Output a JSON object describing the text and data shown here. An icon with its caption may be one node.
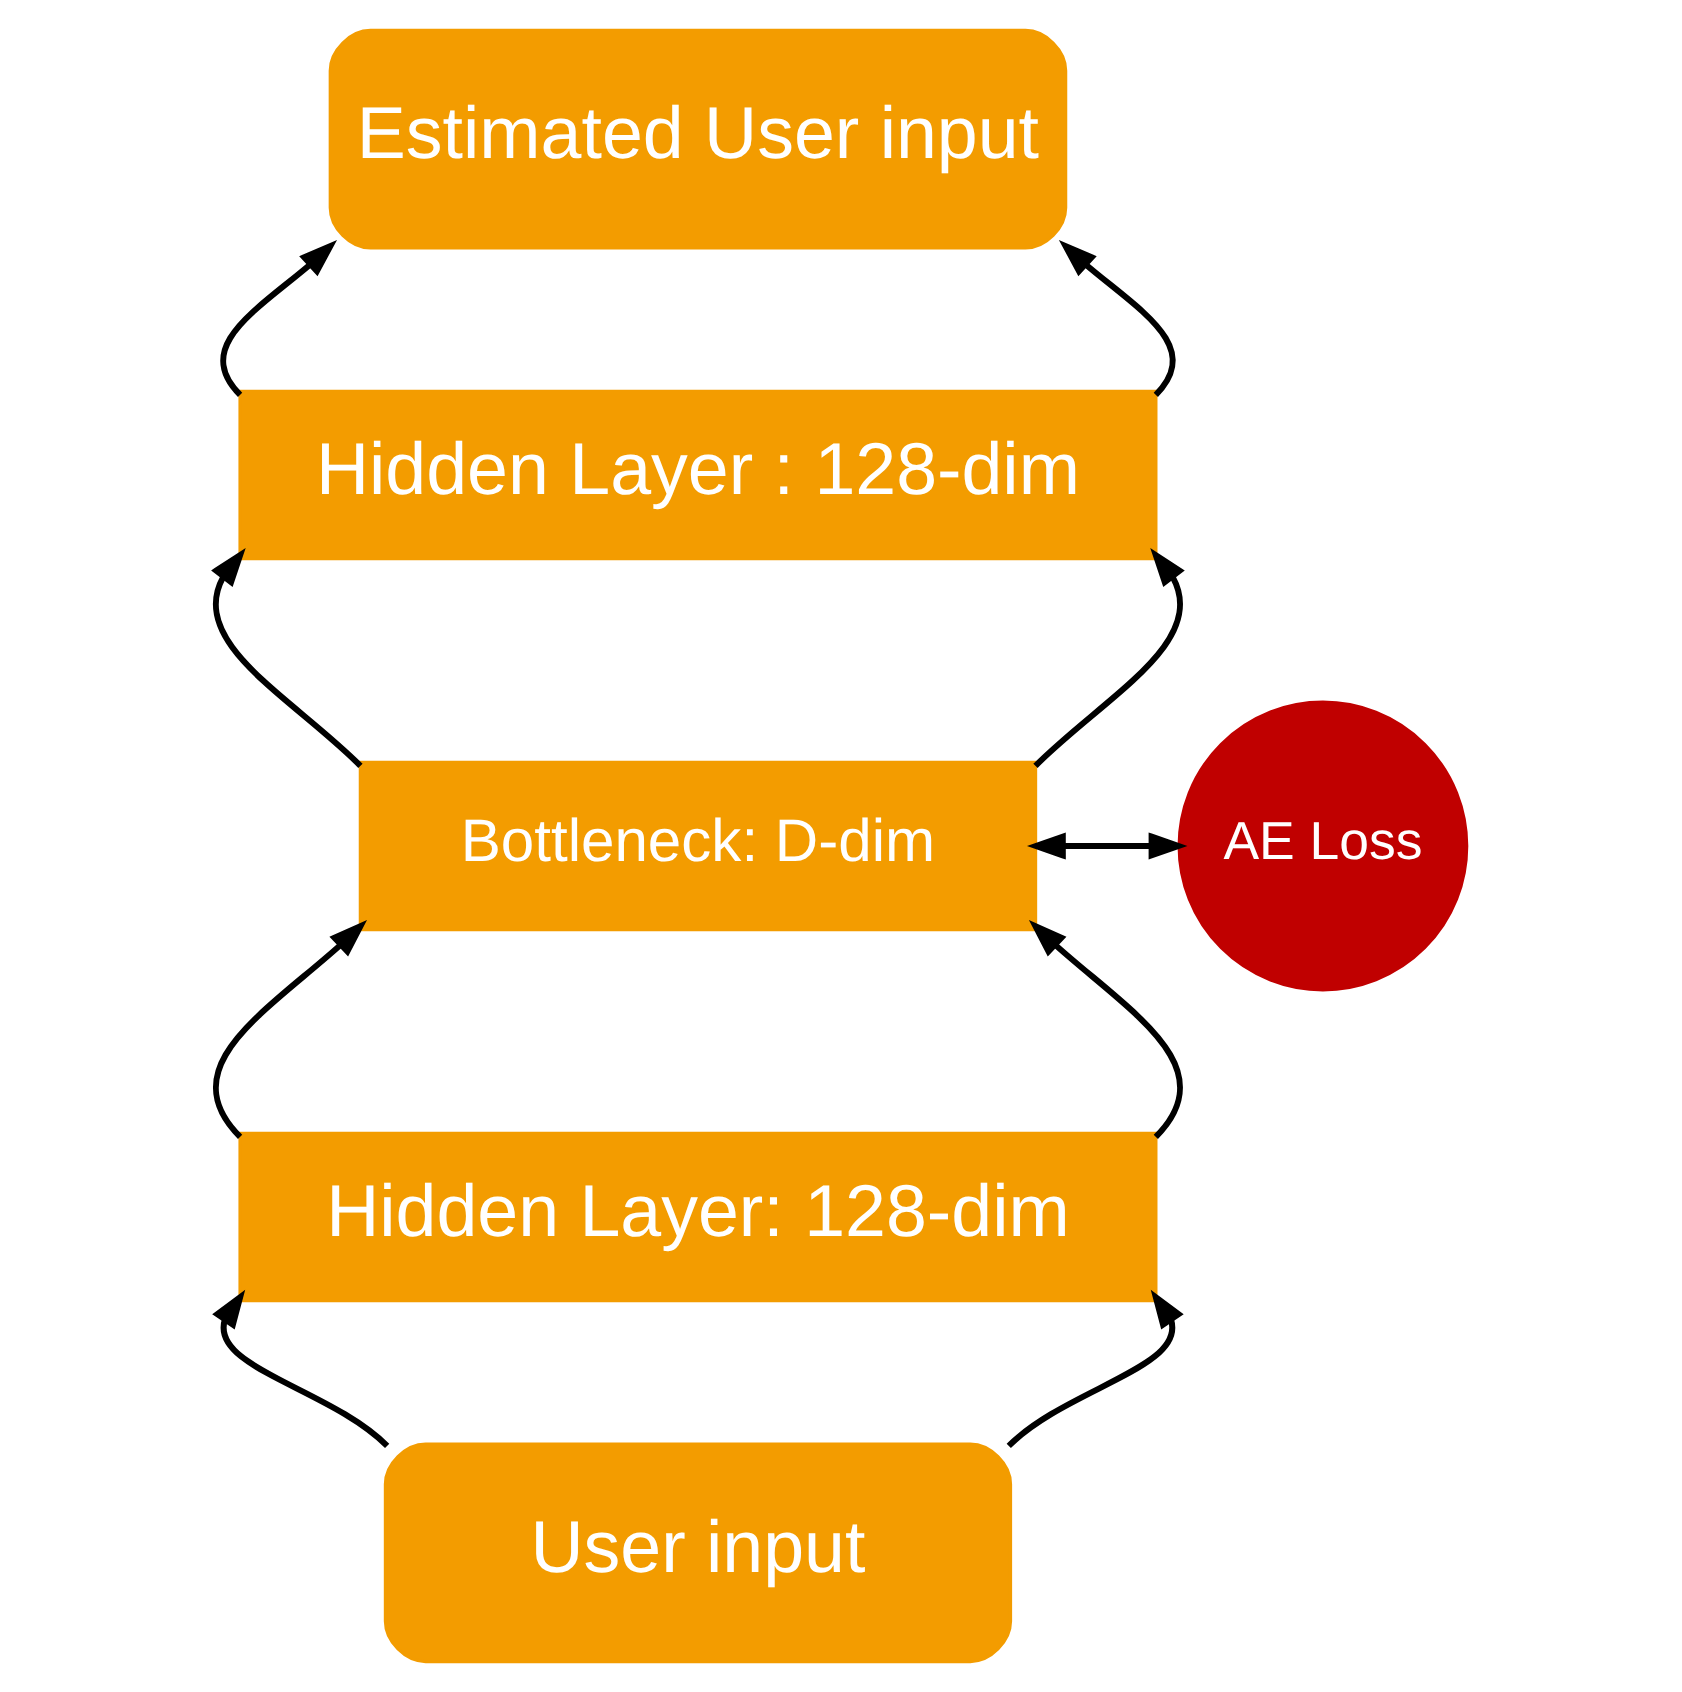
{
  "diagram": {
    "nodes": [
      {
        "text": [
          "Estimated User input"
        ]
      },
      {
        "text": [
          "Hidden Layer : 128-dim"
        ]
      },
      {
        "text": [
          "Bottleneck: D-dim"
        ]
      },
      {
        "text": [
          "AE Loss"
        ]
      },
      {
        "text": [
          "Hidden Layer: 128-dim"
        ]
      },
      {
        "text": [
          "User input"
        ]
      }
    ],
    "edges": [
      {
        "from": 5,
        "to": 4,
        "arrow": "to"
      },
      {
        "from": 5,
        "to": 4,
        "arrow": "to"
      },
      {
        "from": 4,
        "to": 2,
        "arrow": "to"
      },
      {
        "from": 4,
        "to": 2,
        "arrow": "to"
      },
      {
        "from": 2,
        "to": 1,
        "arrow": "to"
      },
      {
        "from": 2,
        "to": 1,
        "arrow": "to"
      },
      {
        "from": 1,
        "to": 0,
        "arrow": "to"
      },
      {
        "from": 1,
        "to": 0,
        "arrow": "to"
      },
      {
        "from": 2,
        "to": 3,
        "arrow": "both"
      }
    ]
  }
}
